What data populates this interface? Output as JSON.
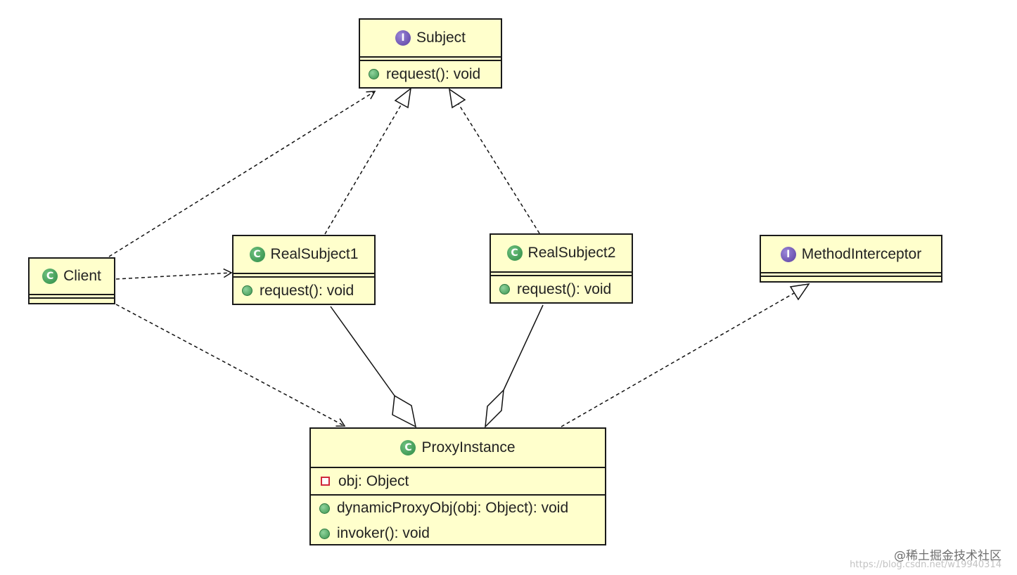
{
  "diagram": {
    "classes": {
      "subject": {
        "name": "Subject",
        "stereotype": "interface",
        "methods": [
          "request(): void"
        ]
      },
      "client": {
        "name": "Client",
        "stereotype": "class"
      },
      "real_subject1": {
        "name": "RealSubject1",
        "stereotype": "class",
        "methods": [
          "request(): void"
        ]
      },
      "real_subject2": {
        "name": "RealSubject2",
        "stereotype": "class",
        "methods": [
          "request(): void"
        ]
      },
      "method_interceptor": {
        "name": "MethodInterceptor",
        "stereotype": "interface"
      },
      "proxy_instance": {
        "name": "ProxyInstance",
        "stereotype": "class",
        "fields": [
          "obj: Object"
        ],
        "methods": [
          "dynamicProxyObj(obj: Object): void",
          "invoker(): void"
        ]
      }
    },
    "relations": [
      {
        "from": "Client",
        "to": "Subject",
        "type": "dependency"
      },
      {
        "from": "Client",
        "to": "RealSubject1",
        "type": "dependency"
      },
      {
        "from": "Client",
        "to": "ProxyInstance",
        "type": "dependency"
      },
      {
        "from": "RealSubject1",
        "to": "Subject",
        "type": "realization"
      },
      {
        "from": "RealSubject2",
        "to": "Subject",
        "type": "realization"
      },
      {
        "from": "ProxyInstance",
        "to": "MethodInterceptor",
        "type": "realization"
      },
      {
        "from": "ProxyInstance",
        "to": "RealSubject1",
        "type": "aggregation"
      },
      {
        "from": "ProxyInstance",
        "to": "RealSubject2",
        "type": "aggregation"
      }
    ],
    "colors": {
      "class_fill": "#ffffcc",
      "border": "#1a1a1a",
      "interface_badge": "#6a4fb0",
      "class_badge": "#3a9a50",
      "public_dot": "#5fb46e",
      "private_marker": "#d0283c"
    },
    "icons": {
      "interface": "interface-badge-icon",
      "class": "class-badge-icon",
      "public": "public-method-icon",
      "private": "private-field-icon"
    }
  },
  "watermark": {
    "line1": "@稀土掘金技术社区",
    "line2": "https://blog.csdn.net/w19940314"
  }
}
